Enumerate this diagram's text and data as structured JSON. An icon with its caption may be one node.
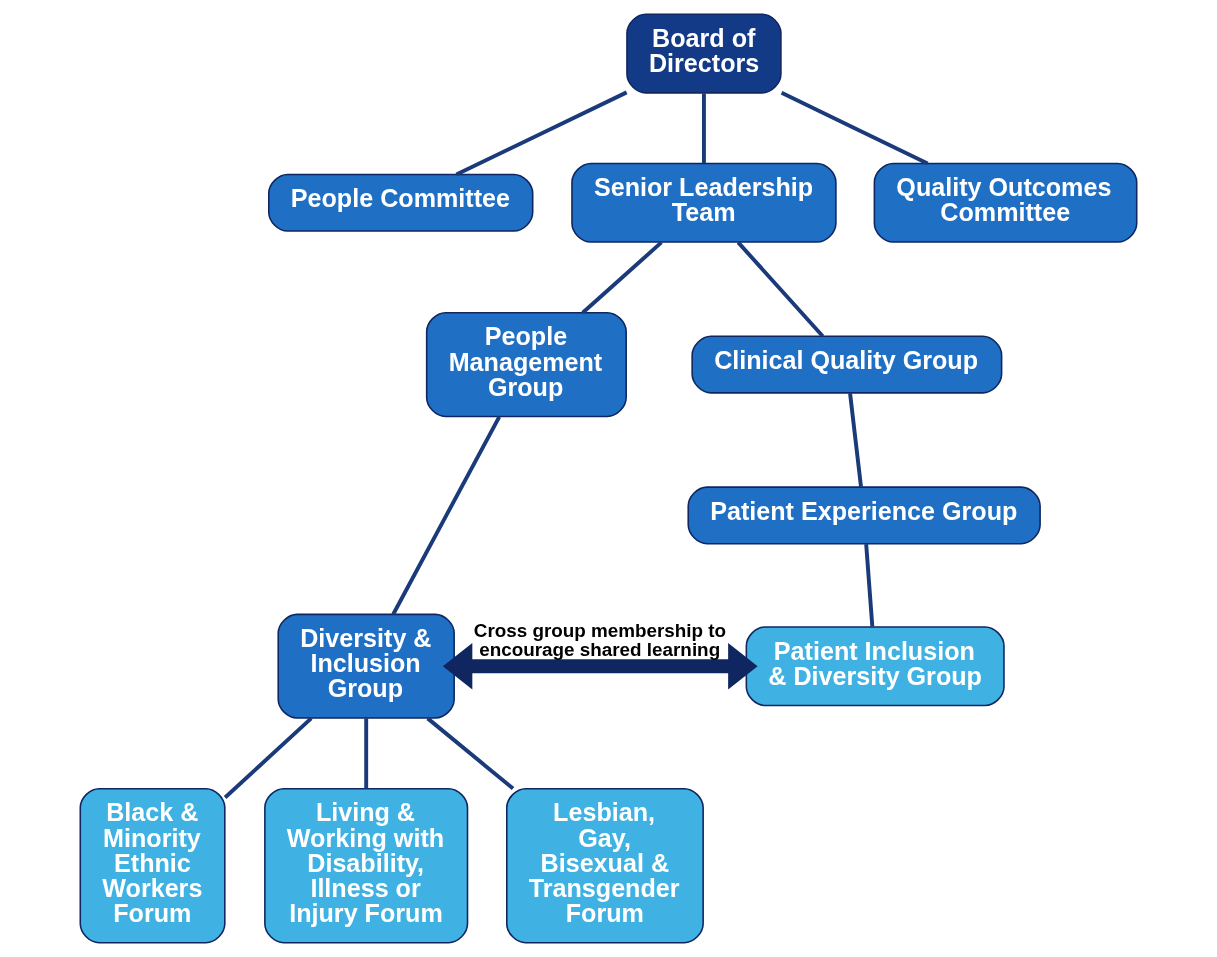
{
  "diagram": {
    "nodes": [
      {
        "text": [
          "Board of Directors"
        ]
      },
      {
        "text": [
          "People Committee"
        ]
      },
      {
        "text": [
          "Senior Leadership Team"
        ]
      },
      {
        "text": [
          "Quality Outcomes Committee"
        ]
      },
      {
        "text": [
          "People Management Group"
        ]
      },
      {
        "text": [
          "Clinical Quality Group"
        ]
      },
      {
        "text": [
          "Patient Experience Group"
        ]
      },
      {
        "text": [
          "Diversity & Inclusion Group"
        ]
      },
      {
        "text": [
          "Patient Inclusion & Diversity Group"
        ]
      },
      {
        "text": [
          "Black & Minority Ethnic Workers Forum"
        ]
      },
      {
        "text": [
          "Living & Working with Disability, Illness or Injury Forum"
        ]
      },
      {
        "text": [
          "Lesbian, Gay, Bisexual & Transgender Forum"
        ]
      }
    ],
    "edges": [
      {
        "from": 0,
        "to": 1,
        "arrow": "none"
      },
      {
        "from": 0,
        "to": 2,
        "arrow": "none"
      },
      {
        "from": 0,
        "to": 3,
        "arrow": "none"
      },
      {
        "from": 2,
        "to": 4,
        "arrow": "none"
      },
      {
        "from": 2,
        "to": 5,
        "arrow": "none"
      },
      {
        "from": 5,
        "to": 6,
        "arrow": "none"
      },
      {
        "from": 6,
        "to": 8,
        "arrow": "none"
      },
      {
        "from": 4,
        "to": 7,
        "arrow": "none"
      },
      {
        "from": 7,
        "to": 9,
        "arrow": "none"
      },
      {
        "from": 7,
        "to": 10,
        "arrow": "none"
      },
      {
        "from": 7,
        "to": 11,
        "arrow": "none"
      },
      {
        "from": 7,
        "to": 8,
        "arrow": "both",
        "label": "Cross group membership to encourage shared learning",
        "style": "thick",
        "color": "#0f2660"
      }
    ]
  }
}
